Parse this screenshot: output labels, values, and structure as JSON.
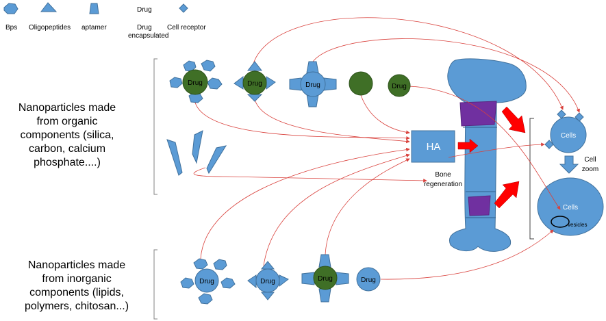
{
  "legend": {
    "bps": "Bps",
    "oligopeptides": "Oligopeptides",
    "aptamer": "aptamer",
    "drug": "Drug",
    "drug_encapsulated_line1": "Drug",
    "drug_encapsulated_line2": "encapsulated",
    "cell_receptor": "Cell receptor"
  },
  "organic": {
    "title_lines": [
      "Nanoparticles made",
      "from organic",
      "components (silica,",
      "carbon, calcium",
      "phosphate....)"
    ],
    "drug_labels": [
      "Drug",
      "Drug",
      "Drug",
      "Drug"
    ]
  },
  "inorganic": {
    "title_lines": [
      "Nanoparticles made",
      "from inorganic",
      "components (lipids,",
      "polymers, chitosan...)"
    ],
    "drug_labels": [
      "Drug",
      "Drug",
      "Drug",
      "Drug"
    ]
  },
  "ha": {
    "label": "HA"
  },
  "bone_regeneration": {
    "line1": "Bone",
    "line2": "regeneration"
  },
  "cells_small": {
    "label": "Cells"
  },
  "cell_zoom": {
    "line1": "Cell",
    "line2": "zoom"
  },
  "cells_large": {
    "label": "Cells",
    "vesicles": "vesicles"
  },
  "colors": {
    "blue": "#5b9bd5",
    "blue_stroke": "#41719c",
    "green": "#3f6f26",
    "purple": "#7030a0",
    "arrow_red": "#ff0000",
    "line_red": "#d9413c"
  }
}
